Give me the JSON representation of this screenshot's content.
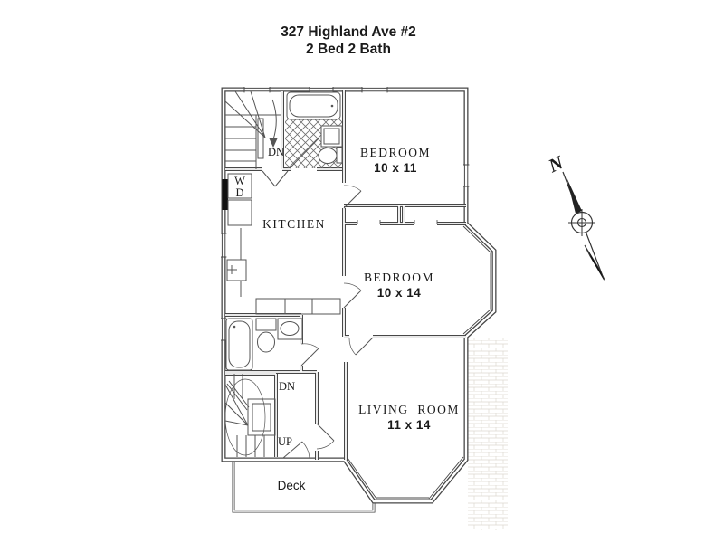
{
  "title": {
    "address": "327 Highland Ave #2",
    "subtitle": "2 Bed 2 Bath"
  },
  "rooms": {
    "kitchen": {
      "name": "KITCHEN"
    },
    "bedroom1": {
      "name": "BEDROOM",
      "dims": "10 x 11"
    },
    "bedroom2": {
      "name": "BEDROOM",
      "dims": "10 x 14"
    },
    "living_room": {
      "name": "LIVING ROOM",
      "dims": "11 x 14"
    },
    "deck": {
      "name": "Deck"
    }
  },
  "stairs": {
    "upper_dn": "DN",
    "lower_dn": "DN",
    "lower_up": "UP"
  },
  "laundry": {
    "washer": "W",
    "dryer": "D"
  },
  "compass": {
    "north": "N"
  },
  "icons": [
    "compass-needle-icon",
    "bathtub-icon",
    "toilet-icon",
    "sink-icon",
    "stairs-icon"
  ],
  "colors": {
    "wall": "#474747",
    "fixture_line": "#555555",
    "text": "#1a1a1a",
    "tile_hatch": "#6f6f6f",
    "exterior_texture": "#ddd8d0",
    "background": "#ffffff"
  }
}
